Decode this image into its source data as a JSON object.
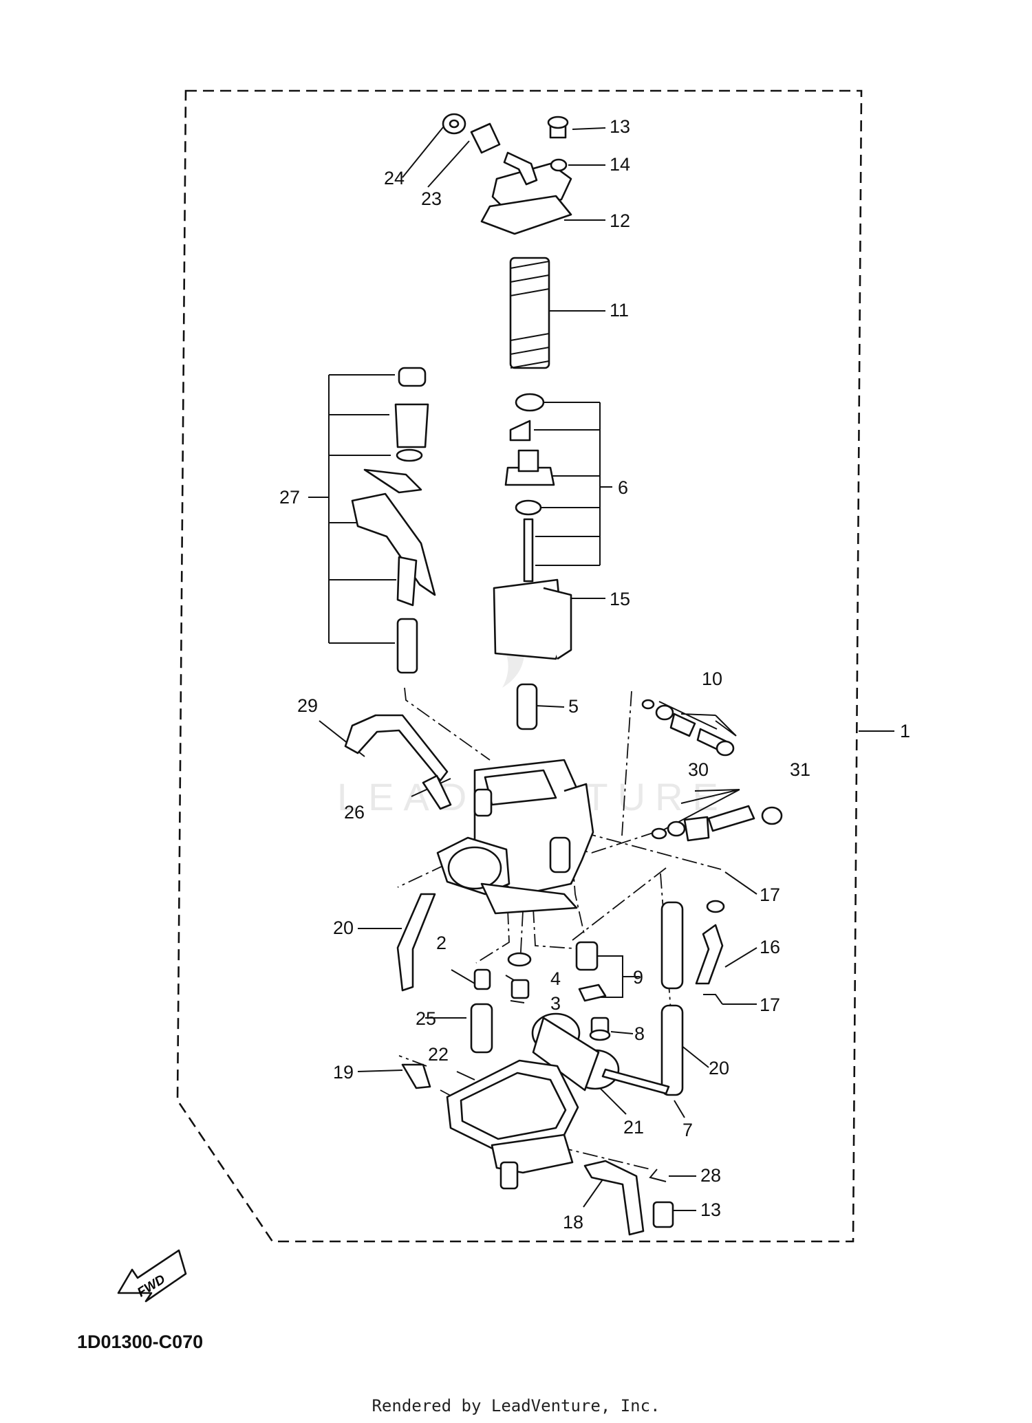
{
  "diagram_code": "1D01300-C070",
  "credit": "Rendered by LeadVenture, Inc.",
  "watermark": "LEADVENTURE",
  "fwd_label": "FWD",
  "callouts": [
    "1",
    "2",
    "3",
    "4",
    "5",
    "6",
    "7",
    "8",
    "9",
    "10",
    "11",
    "12",
    "13",
    "14",
    "15",
    "16",
    "17",
    "18",
    "19",
    "20",
    "21",
    "22",
    "23",
    "24",
    "25",
    "26",
    "27",
    "28",
    "29",
    "30",
    "31"
  ]
}
